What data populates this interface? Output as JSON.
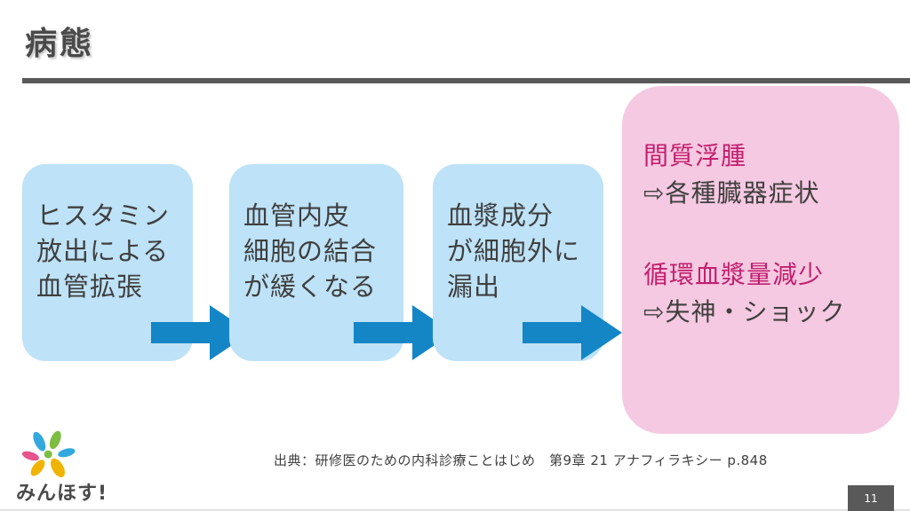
{
  "slide": {
    "title": "病態",
    "page_number": "11",
    "citation": "出典：研修医のための内科診療ことはじめ　第9章 21 アナフィラキシー p.848"
  },
  "flow": {
    "boxes": [
      {
        "text": "ヒスタミン\n放出による\n血管拡張"
      },
      {
        "text": "血管内皮\n細胞の結合\nが緩くなる"
      },
      {
        "text": "血漿成分\nが細胞外に\n漏出"
      }
    ],
    "result": {
      "line1": "間質浮腫",
      "line2": "⇨各種臓器症状",
      "line3": "循環血漿量減少",
      "line4": "⇨失神・ショック"
    }
  },
  "logo": {
    "text": "みんほす!"
  },
  "colors": {
    "box_blue": "#bee2f7",
    "arrow_blue": "#1486c6",
    "result_pink": "#f5c9e1",
    "accent_magenta": "#c31e6e",
    "text_dark": "#3f3f3f",
    "rule_gray": "#595959"
  }
}
